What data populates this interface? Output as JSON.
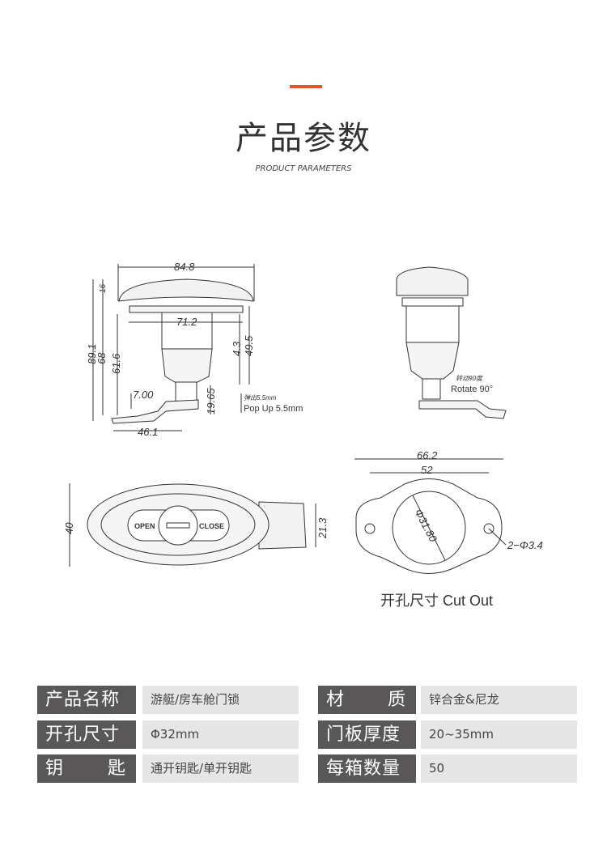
{
  "header": {
    "title": "产品参数",
    "subtitle": "PRODUCT PARAMETERS",
    "accent_color": "#e8542a"
  },
  "drawing": {
    "front": {
      "width": "84.8",
      "flange": "71.2",
      "height_total": "89.1",
      "height_a": "68",
      "height_b": "61.6",
      "cap": "16",
      "d1": "4.3",
      "d2": "49.5",
      "cam_offset": "7.00",
      "cam_len": "46.1",
      "shaft": "19.65",
      "popup_cn": "弹出5.5mm",
      "popup_en": "Pop Up 5.5mm"
    },
    "side": {
      "rotate_cn": "转动90度",
      "rotate_en": "Rotate 90°"
    },
    "top": {
      "height": "40",
      "cam_width": "21.3",
      "open": "OPEN",
      "close": "CLOSE"
    },
    "cutout": {
      "width": "66.2",
      "hole_spacing": "52",
      "hole_dia": "Φ31.80",
      "small_holes": "2−Φ3.4",
      "caption": "开孔尺寸 Cut Out"
    }
  },
  "specs": [
    {
      "label": "产品名称",
      "value": "游艇/房车舱门锁",
      "spread": false
    },
    {
      "label": "材质",
      "value": "锌合金&尼龙",
      "spread": true
    },
    {
      "label": "开孔尺寸",
      "value": "Φ32mm",
      "spread": false
    },
    {
      "label": "门板厚度",
      "value": "20~35mm",
      "spread": false
    },
    {
      "label": "钥匙",
      "value": "通开钥匙/单开钥匙",
      "spread": true
    },
    {
      "label": "每箱数量",
      "value": "50",
      "spread": false
    }
  ]
}
